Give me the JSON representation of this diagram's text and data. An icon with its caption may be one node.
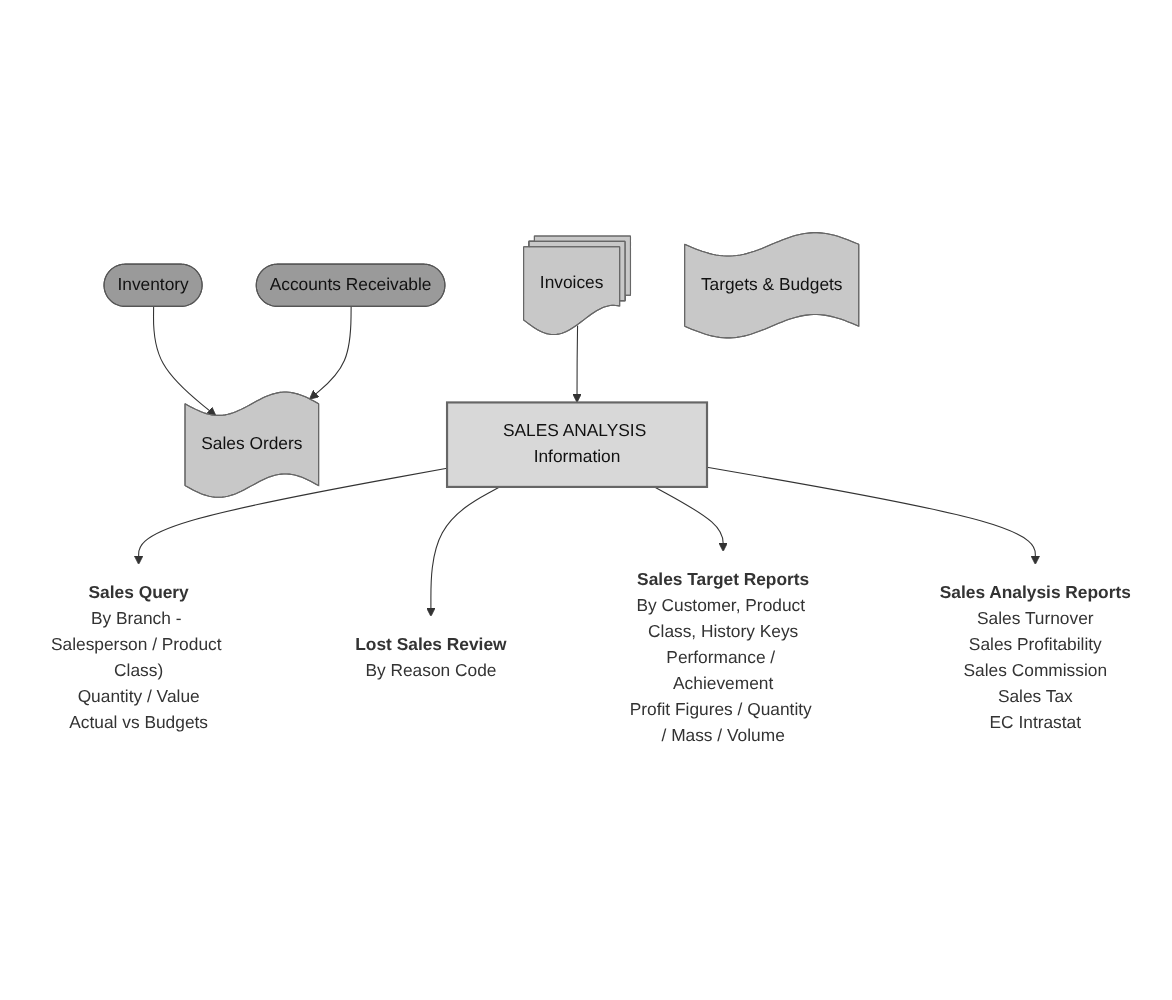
{
  "diagram": {
    "nodes": [
      {
        "text": [
          "Inventory"
        ]
      },
      {
        "text": [
          "Accounts Receivable"
        ]
      },
      {
        "text": [
          "Sales Orders"
        ]
      },
      {
        "text": [
          "Invoices"
        ]
      },
      {
        "text": [
          "SALES ANALYSIS Information"
        ]
      },
      {
        "text": [
          "Targets & Budgets"
        ]
      },
      {
        "text": [
          "Sales Query",
          "By Branch - Salesperson / Product Class)",
          "Quantity / Value",
          "Actual vs Budgets"
        ]
      },
      {
        "text": [
          "Lost Sales Review",
          "By Reason Code"
        ]
      },
      {
        "text": [
          "Sales Target Reports",
          "By Customer, Product Class, History Keys",
          "Performance / Achievement",
          "Profit Figures / Quantity / Mass / Volume"
        ]
      },
      {
        "text": [
          "Sales Analysis Reports",
          "Sales Turnover",
          "Sales Profitability",
          "Sales Commission",
          "Sales Tax",
          "EC Intrastat"
        ]
      }
    ],
    "edges": [
      {
        "from": 0,
        "to": 2,
        "arrow": "to"
      },
      {
        "from": 1,
        "to": 2,
        "arrow": "to"
      },
      {
        "from": 3,
        "to": 4,
        "arrow": "to"
      },
      {
        "from": 4,
        "to": 6,
        "arrow": "to"
      },
      {
        "from": 4,
        "to": 7,
        "arrow": "to"
      },
      {
        "from": 4,
        "to": 8,
        "arrow": "to"
      },
      {
        "from": 4,
        "to": 9,
        "arrow": "to"
      }
    ]
  }
}
